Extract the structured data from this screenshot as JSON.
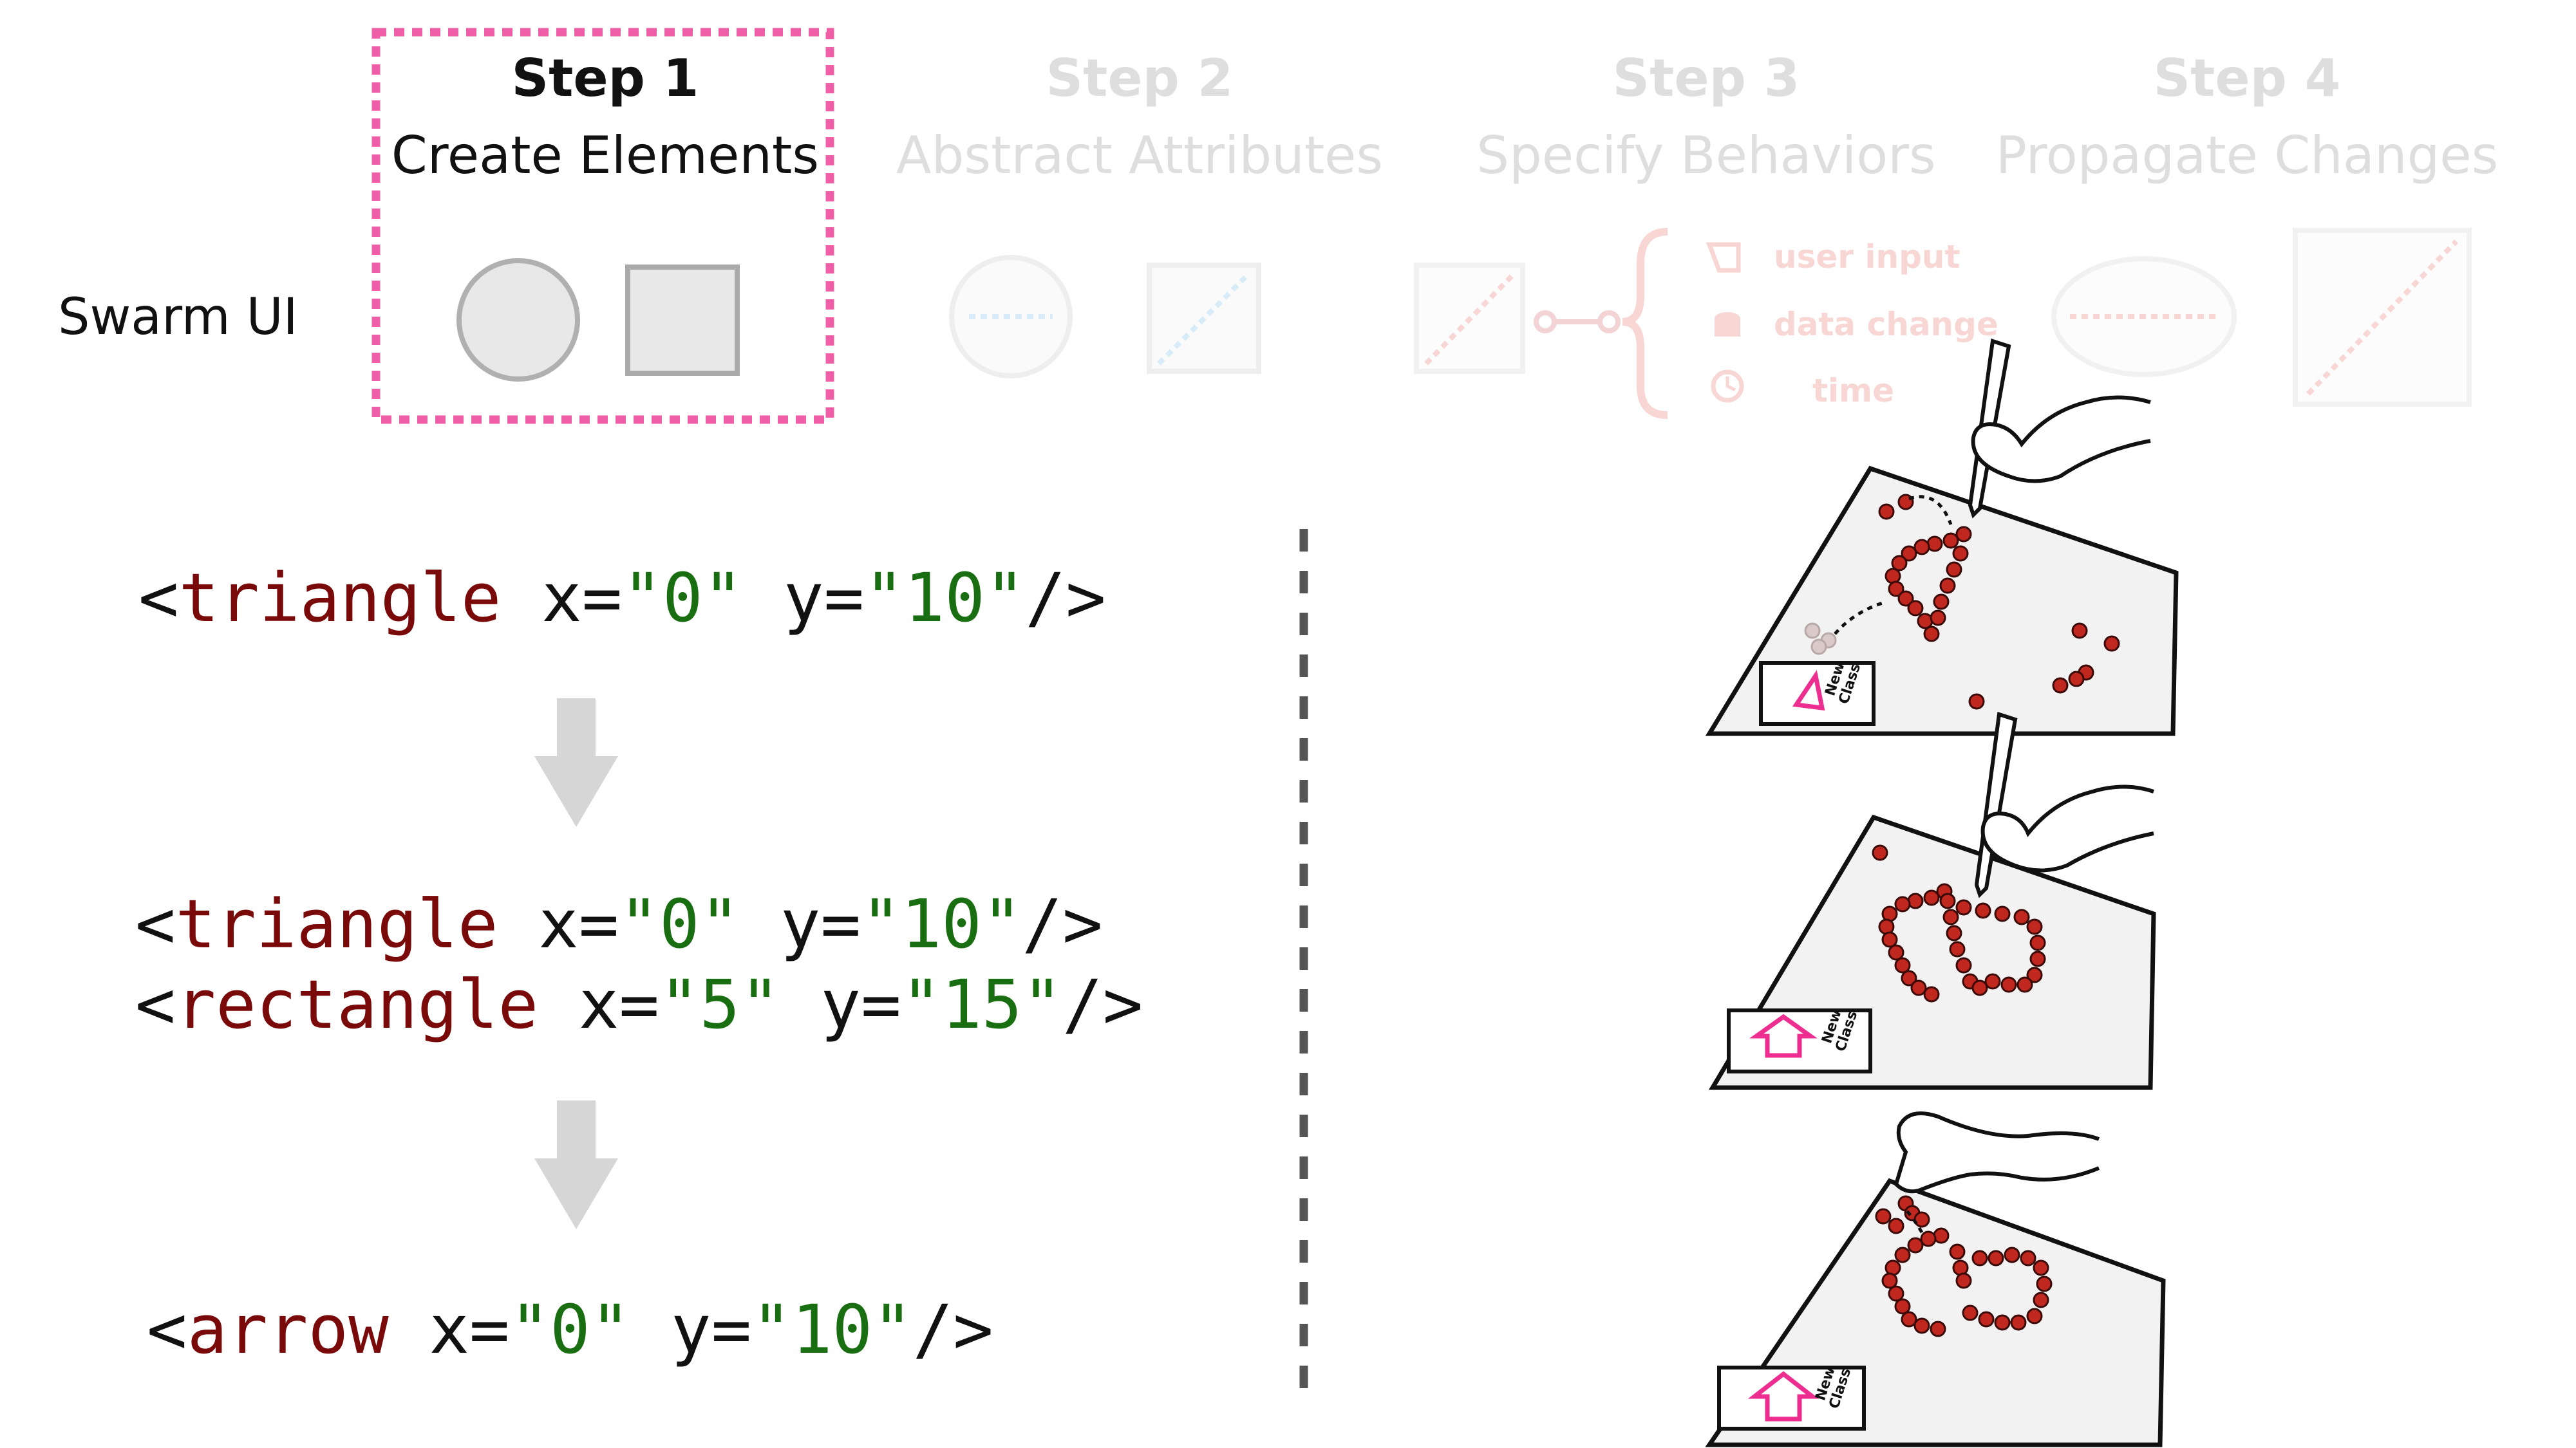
{
  "steps": [
    {
      "title": "Step 1",
      "subtitle": "Create Elements",
      "active": true
    },
    {
      "title": "Step 2",
      "subtitle": "Abstract Attributes",
      "active": false
    },
    {
      "title": "Step 3",
      "subtitle": "Specify Behaviors",
      "active": false
    },
    {
      "title": "Step 4",
      "subtitle": "Propagate Changes",
      "active": false
    }
  ],
  "row_label": "Swarm UI",
  "behaviors": [
    "user input",
    "data change",
    "time"
  ],
  "code": {
    "block1": {
      "open": "<",
      "tag": "triangle",
      "x_attr": " x=",
      "x_val": "\"0\"",
      "y_attr": " y=",
      "y_val": "\"10\"",
      "close": "/>"
    },
    "block2_line1": {
      "open": "<",
      "tag": "triangle",
      "x_attr": " x=",
      "x_val": "\"0\"",
      "y_attr": " y=",
      "y_val": "\"10\"",
      "close": "/>"
    },
    "block2_line2": {
      "open": "<",
      "tag": "rectangle",
      "x_attr": " x=",
      "x_val": "\"5\"",
      "y_attr": " y=",
      "y_val": "\"15\"",
      "close": "/>"
    },
    "block3": {
      "open": "<",
      "tag": "arrow",
      "x_attr": " x=",
      "x_val": "\"0\"",
      "y_attr": " y=",
      "y_val": "\"10\"",
      "close": "/>"
    }
  },
  "illustration": {
    "card_label_line1": "New",
    "card_label_line2": "Class"
  },
  "colors": {
    "highlight_border": "#ee5fa7",
    "faded_text": "#dedede",
    "tag": "#7a0a0a",
    "value": "#1a6e12",
    "arrow_gray": "#d6d6d6",
    "robot_red": "#c0271e",
    "behavior_faded": "#f8d6d3"
  }
}
